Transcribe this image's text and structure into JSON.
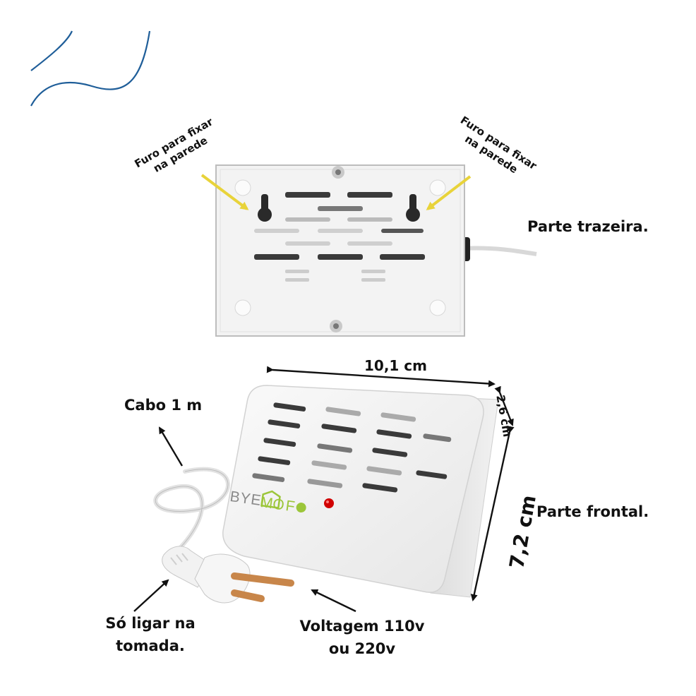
{
  "colors": {
    "accent_blue": "#1f5e99",
    "arrow_yellow": "#e8d33a",
    "brand_green": "#9cc63a",
    "brand_gray": "#8a8a8a",
    "led_red": "#d10000"
  },
  "back_view": {
    "hole_label_left": {
      "line1": "Furo para fixar",
      "line2": "na parede"
    },
    "hole_label_right": {
      "line1": "Furo para fixar",
      "line2": "na parede"
    },
    "caption": "Parte trazeira."
  },
  "front_view": {
    "width_label": "10,1 cm",
    "depth_label": "2,6 cm",
    "height_label": "7,2 cm",
    "cable_label": "Cabo 1 m",
    "plug_label": {
      "line1": "Só ligar na",
      "line2": "tomada."
    },
    "voltage_label": {
      "line1": "Voltagem 110v",
      "line2": "ou 220v"
    },
    "caption": "Parte frontal.",
    "brand": "BYEMOFO"
  }
}
